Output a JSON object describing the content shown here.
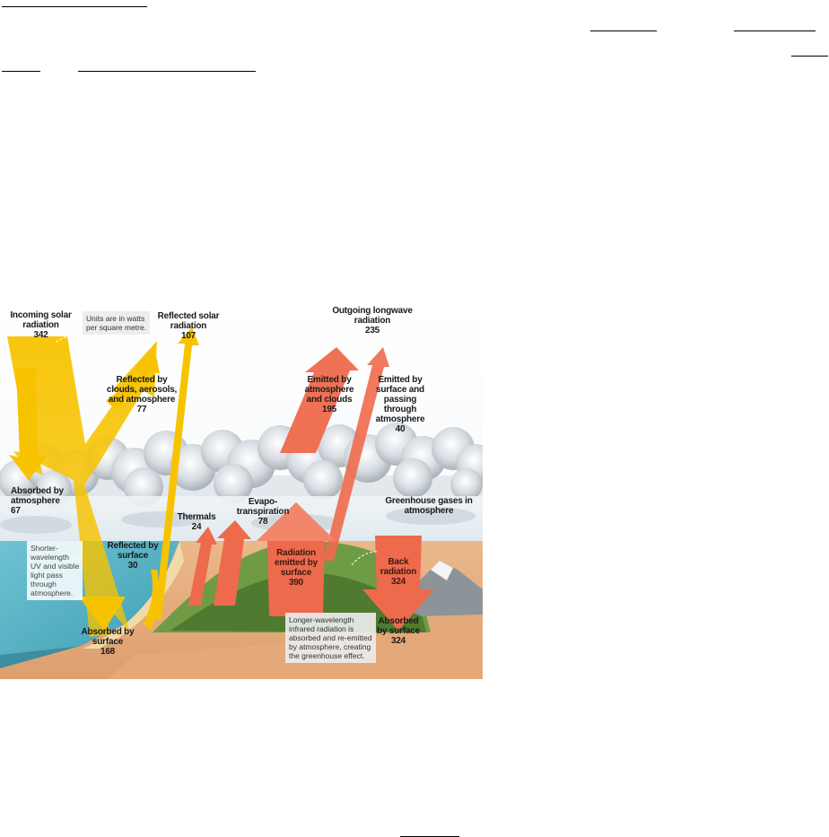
{
  "labels": {
    "incoming": "Incoming solar\nradiation\n342",
    "units_note": "Units are in watts\nper square metre.",
    "reflected_solar": "Reflected solar\nradiation\n107",
    "reflected_clouds": "Reflected by\nclouds, aerosols,\nand atmosphere\n77",
    "absorbed_atmo": "Absorbed by\natmosphere\n67",
    "reflected_surface": "Reflected by\nsurface\n30",
    "absorbed_surface": "Absorbed by\nsurface\n168",
    "shorter_note": "Shorter-\nwavelength\nUV and visible\nlight pass\nthrough\natmosphere.",
    "thermals": "Thermals\n24",
    "evapo": "Evapo-\ntranspiration\n78",
    "radiation_emitted": "Radiation\nemitted by\nsurface\n390",
    "longer_note": "Longer-wavelength\ninfrared radiation is\nabsorbed and re-emitted\nby atmosphere, creating\nthe greenhouse effect.",
    "outgoing": "Outgoing longwave\nradiation\n235",
    "emitted_atmo": "Emitted by\natmosphere\nand clouds\n195",
    "emitted_surface": "Emitted by\nsurface and passing\nthrough atmosphere\n40",
    "greenhouse": "Greenhouse gases in\natmosphere",
    "back_radiation": "Back\nradiation\n324",
    "absorbed_by_surface_2": "Absorbed\nby surface\n324"
  },
  "colors": {
    "solar": "#f7c300",
    "infrared": "#ee6a4c",
    "sky": "#e4eef2",
    "ocean": "#5fb7c8",
    "land": "#e9b484",
    "forest": "#5f8a3c"
  }
}
